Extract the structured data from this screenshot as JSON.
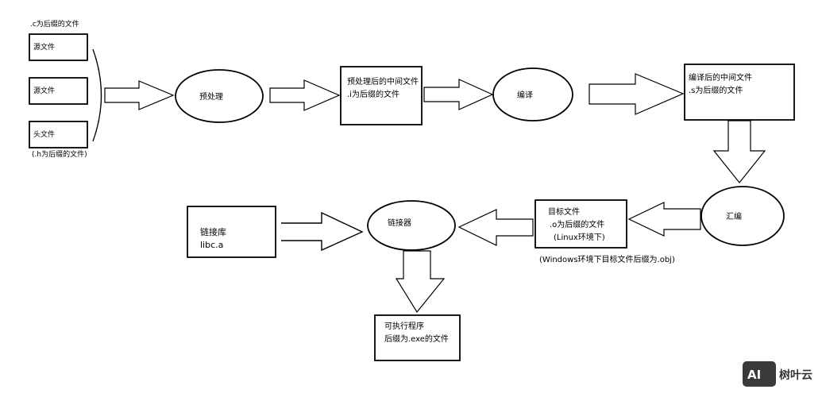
{
  "nodes": {
    "c_note": ".c为后缀的文件",
    "src1": "源文件",
    "src2": "源文件",
    "header": "头文件",
    "h_note": "(.h为后缀的文件)",
    "preprocess": "预处理",
    "pre_out_line1": "预处理后的中间文件",
    "pre_out_line2": ".i为后缀的文件",
    "compile": "编译",
    "comp_out_line1": "编译后的中间文件",
    "comp_out_line2": ".s为后缀的文件",
    "assemble": "汇编",
    "obj_line1": "目标文件",
    "obj_line2": ".o为后缀的文件",
    "obj_line3": "(Linux环境下)",
    "obj_note": "(Windows环境下目标文件后缀为.obj)",
    "linker": "链接器",
    "lib_line1": "链接库",
    "lib_line2": "libc.a",
    "exe_line1": "可执行程序",
    "exe_line2": "后缀为.exe的文件"
  },
  "watermark": {
    "logo": "AI",
    "text": "树叶云"
  }
}
